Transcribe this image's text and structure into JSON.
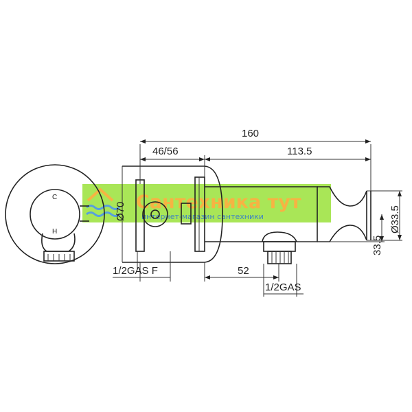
{
  "drawing": {
    "dimensions": {
      "overall_length": "160",
      "wall_section": "46/56",
      "body_length": "113.5",
      "inlet_thread": "1/2GAS F",
      "outlet_offset": "52",
      "outlet_thread": "1/2GAS",
      "outlet_height": "33.5",
      "outlet_diameter": "Ø33.5",
      "flange_diameter": "Ø70"
    },
    "knob_marks": {
      "cold": "C",
      "hot": "H"
    }
  },
  "watermark": {
    "title": "Сантехника тут",
    "subtitle": "интернет-магазин сантехники",
    "color": "#f5a623",
    "band_color": "#9be23a"
  }
}
